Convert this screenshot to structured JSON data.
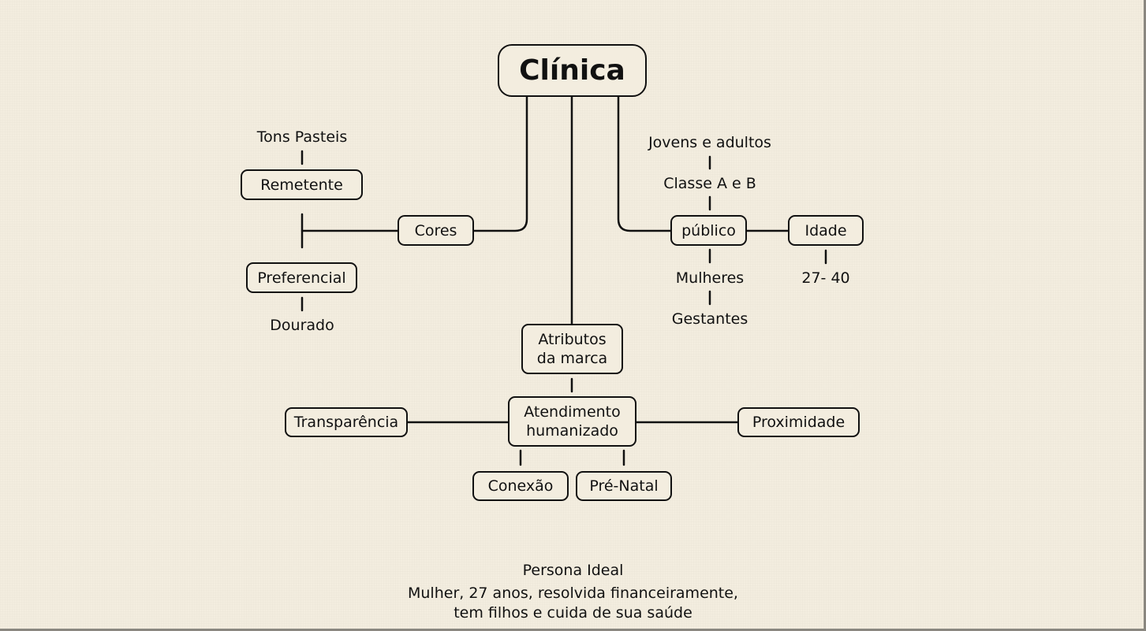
{
  "root": {
    "title": "Clínica"
  },
  "cores": {
    "label": "Cores",
    "remetente": "Remetente",
    "tons_pasteis": "Tons Pasteis",
    "preferencial": "Preferencial",
    "dourado": "Dourado"
  },
  "publico": {
    "label": "público",
    "jovens_adultos": "Jovens e adultos",
    "classe": "Classe A e B",
    "mulheres": "Mulheres",
    "gestantes": "Gestantes",
    "idade": "Idade",
    "idade_valor": "27- 40"
  },
  "atributos": {
    "label_line1": "Atributos",
    "label_line2": "da marca",
    "atendimento_line1": "Atendimento",
    "atendimento_line2": "humanizado",
    "transparencia": "Transparência",
    "proximidade": "Proximidade",
    "conexao": "Conexão",
    "pre_natal": "Pré-Natal"
  },
  "persona": {
    "title": "Persona Ideal",
    "line1": "Mulher, 27 anos, resolvida financeiramente,",
    "line2": "tem filhos e cuida de sua saúde"
  },
  "colors": {
    "background": "#f3eddf",
    "stroke": "#111111"
  }
}
